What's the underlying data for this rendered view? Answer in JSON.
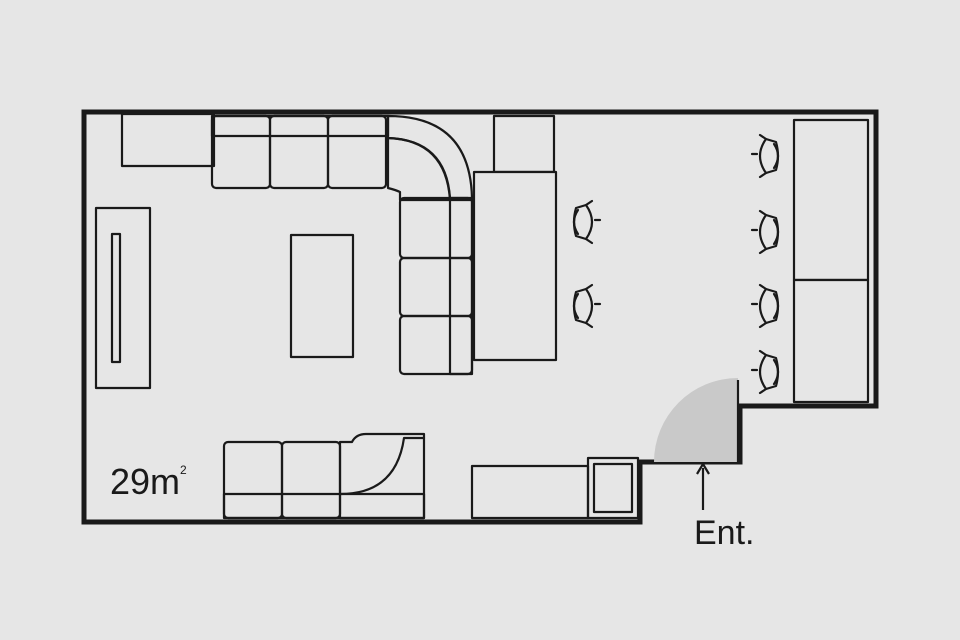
{
  "floor_plan": {
    "area_number": "29",
    "area_unit": "m",
    "area_superscript": "2",
    "entrance_label": "Ent."
  },
  "colors": {
    "background": "#e6e6e6",
    "line": "#1a1a1a",
    "door_swing": "#c9c9c9"
  }
}
